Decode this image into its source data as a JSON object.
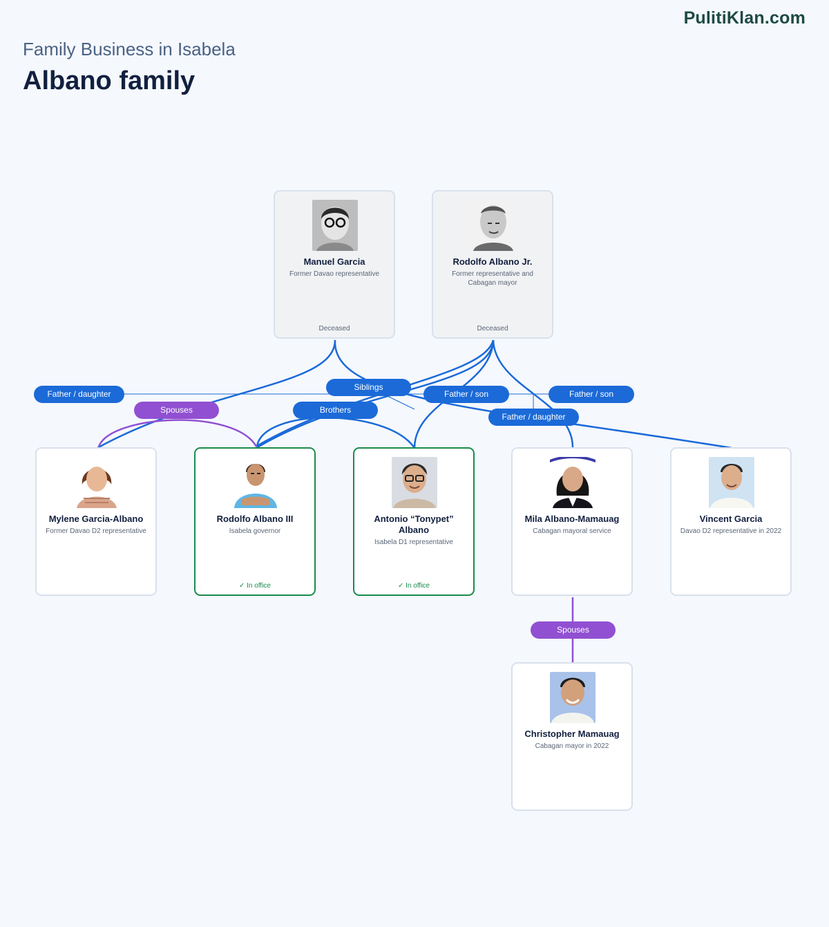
{
  "brand": "PulitiKlan.com",
  "header": {
    "subtitle": "Family Business in Isabela",
    "title": "Albano family"
  },
  "colors": {
    "blood_link": "#1b6ad8",
    "spouse_link": "#9150d2",
    "in_office_border": "#1a8b4c",
    "deceased_card": "#f1f2f4"
  },
  "people": {
    "manuel": {
      "name": "Manuel Garcia",
      "role": "Former Davao representative",
      "status": "Deceased"
    },
    "rodolfo_jr": {
      "name": "Rodolfo Albano Jr.",
      "role": "Former representative and Cabagan mayor",
      "status": "Deceased"
    },
    "mylene": {
      "name": "Mylene Garcia-Albano",
      "role": "Former Davao D2 representative",
      "status": ""
    },
    "rodolfo_iii": {
      "name": "Rodolfo Albano III",
      "role": "Isabela governor",
      "status": "✓ In office"
    },
    "antonio": {
      "name": "Antonio “Tonypet” Albano",
      "role": "Isabela D1 representative",
      "status": "✓ In office"
    },
    "mila": {
      "name": "Mila Albano-Mamauag",
      "role": "Cabagan mayoral service",
      "status": ""
    },
    "vincent": {
      "name": "Vincent Garcia",
      "role": "Davao D2 representative in 2022",
      "status": ""
    },
    "christopher": {
      "name": "Christopher Mamauag",
      "role": "Cabagan mayor in 2022",
      "status": ""
    }
  },
  "relations": {
    "father_daughter_1": "Father / daughter",
    "spouses_1": "Spouses",
    "siblings": "Siblings",
    "brothers": "Brothers",
    "father_son_1": "Father / son",
    "father_son_2": "Father / son",
    "father_daughter_2": "Father / daughter",
    "spouses_2": "Spouses"
  }
}
